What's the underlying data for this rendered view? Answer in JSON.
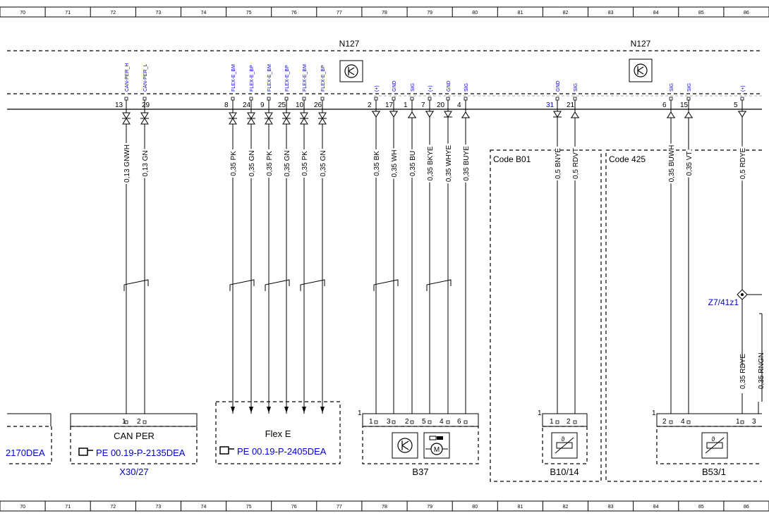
{
  "ruler": {
    "cells": [
      "70",
      "71",
      "72",
      "73",
      "74",
      "75",
      "76",
      "77",
      "78",
      "79",
      "80",
      "81",
      "82",
      "83",
      "84",
      "85",
      "86"
    ]
  },
  "module_labels": [
    "N127",
    "N127"
  ],
  "colors": {
    "line": "#000000",
    "signal_label": "#0000cc",
    "link": "#0000cc",
    "ruler_text": "#000000"
  },
  "signals": [
    "CAN-PER_H",
    "CAN-PER_L",
    "FLEX-E_BM",
    "FLEX-E_BP",
    "FLEX-E_BM",
    "FLEX-E_BP",
    "FLEX-E_BM",
    "FLEX-E_BP",
    "(+)",
    "GND",
    "SIG",
    "(+)",
    "GND",
    "SIG",
    "GND",
    "SIG",
    "SIG",
    "SIG",
    "(+)"
  ],
  "pins": [
    "13",
    "29",
    "8",
    "24",
    "9",
    "25",
    "10",
    "26",
    "2",
    "17",
    "1",
    "7",
    "20",
    "4",
    "31",
    "21",
    "6",
    "15",
    "5"
  ],
  "wires": [
    "0,13 GNWH",
    "0,13 GN",
    "0,35 PK",
    "0,35 GN",
    "0,35 PK",
    "0,35 GN",
    "0,35 PK",
    "0,35 GN",
    "0,35 BK",
    "0,35 WH",
    "0,35 BU",
    "0,35 BKYE",
    "0,35 WHYE",
    "0,35 BUYE",
    "0,5 BNYE",
    "0,5 RDVT",
    "0,35 BUWH",
    "0,35 VT",
    "0,5 RDYE"
  ],
  "lower_wires": [
    "0,35 RDYE",
    "0,35 RNGN"
  ],
  "code_boxes": [
    "Code B01",
    "Code 425"
  ],
  "splice": "Z7/41z1",
  "components": {
    "left_partial_ref": "2170DEA",
    "can_per": {
      "title": "CAN PER",
      "ref": "PE 00.19-P-2135DEA",
      "connector": "X30/27",
      "pins": [
        "1",
        "2"
      ]
    },
    "flex_e": {
      "title": "Flex E",
      "ref": "PE 00.19-P-2405DEA"
    },
    "b37": {
      "label": "B37",
      "index": "1",
      "pins": [
        "1",
        "3",
        "2",
        "5",
        "4",
        "6"
      ]
    },
    "b10_14": {
      "label": "B10/14",
      "index": "1",
      "pins": [
        "1",
        "2"
      ]
    },
    "b53_1": {
      "label": "B53/1",
      "index": "1",
      "pins": [
        "2",
        "4",
        "1",
        "3"
      ]
    }
  },
  "icons": [
    "transistor-icon",
    "transistor-icon",
    "transistor-icon",
    "motor-icon",
    "ntc-sensor-icon",
    "ntc-sensor-icon",
    "reference-hand-icon",
    "reference-hand-icon"
  ]
}
